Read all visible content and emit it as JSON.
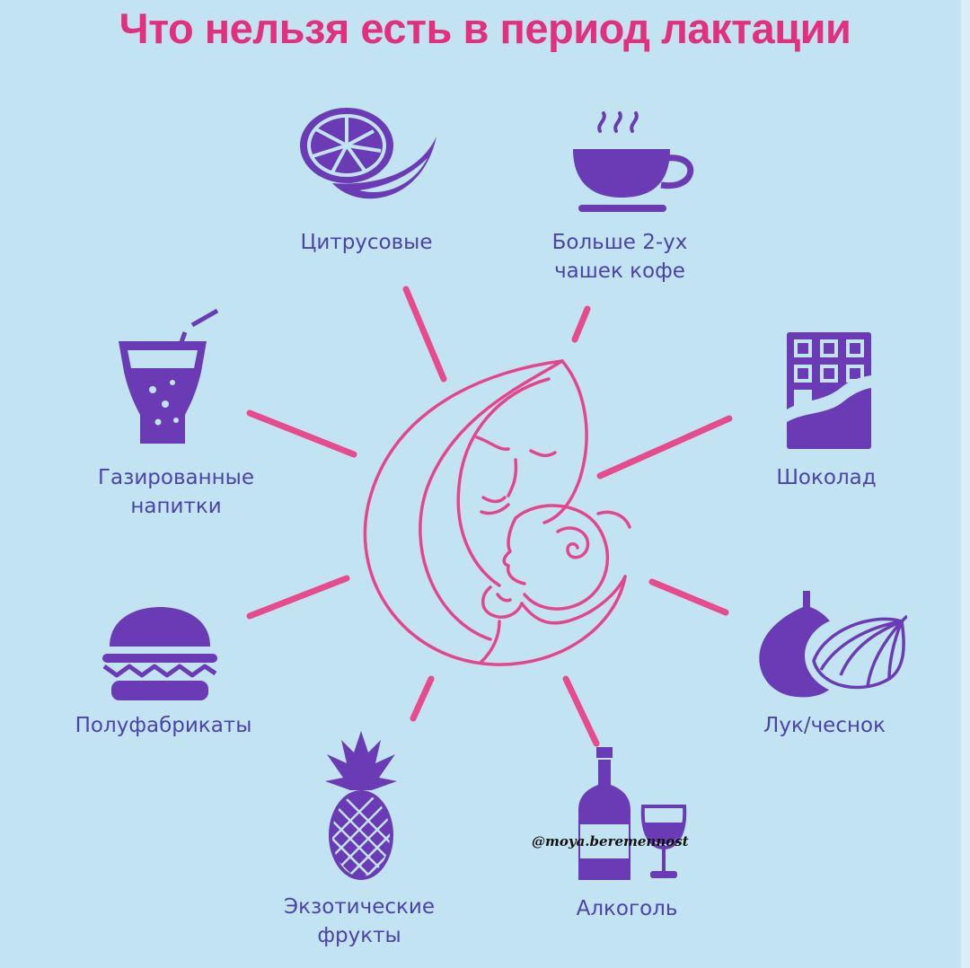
{
  "title": "Что нельзя есть в период лактации",
  "colors": {
    "background": "#c2e4f2",
    "title": "#e2307e",
    "icon": "#6a3bb5",
    "label": "#4c43a8",
    "ray": "#e84a8e",
    "center": "#e5458d"
  },
  "items": [
    {
      "name": "citrus",
      "icon": "citrus-icon",
      "lines": [
        "Цитрусовые"
      ]
    },
    {
      "name": "coffee",
      "icon": "coffee-cup-icon",
      "lines": [
        "Больше 2-ух",
        "чашек кофе"
      ]
    },
    {
      "name": "chocolate",
      "icon": "chocolate-bar-icon",
      "lines": [
        "Шоколад"
      ]
    },
    {
      "name": "onion-garlic",
      "icon": "onion-fig-icon",
      "lines": [
        "Лук/чеснок"
      ]
    },
    {
      "name": "alcohol",
      "icon": "bottle-glass-icon",
      "lines": [
        "Алкоголь"
      ]
    },
    {
      "name": "exotic-fruits",
      "icon": "pineapple-icon",
      "lines": [
        "Экзотические",
        "фрукты"
      ]
    },
    {
      "name": "convenience-food",
      "icon": "burger-icon",
      "lines": [
        "Полуфабрикаты"
      ]
    },
    {
      "name": "soda",
      "icon": "soda-glass-icon",
      "lines": [
        "Газированные",
        "напитки"
      ]
    }
  ],
  "center": {
    "icon": "mother-baby-icon"
  },
  "watermark": "@moya.beremennost"
}
